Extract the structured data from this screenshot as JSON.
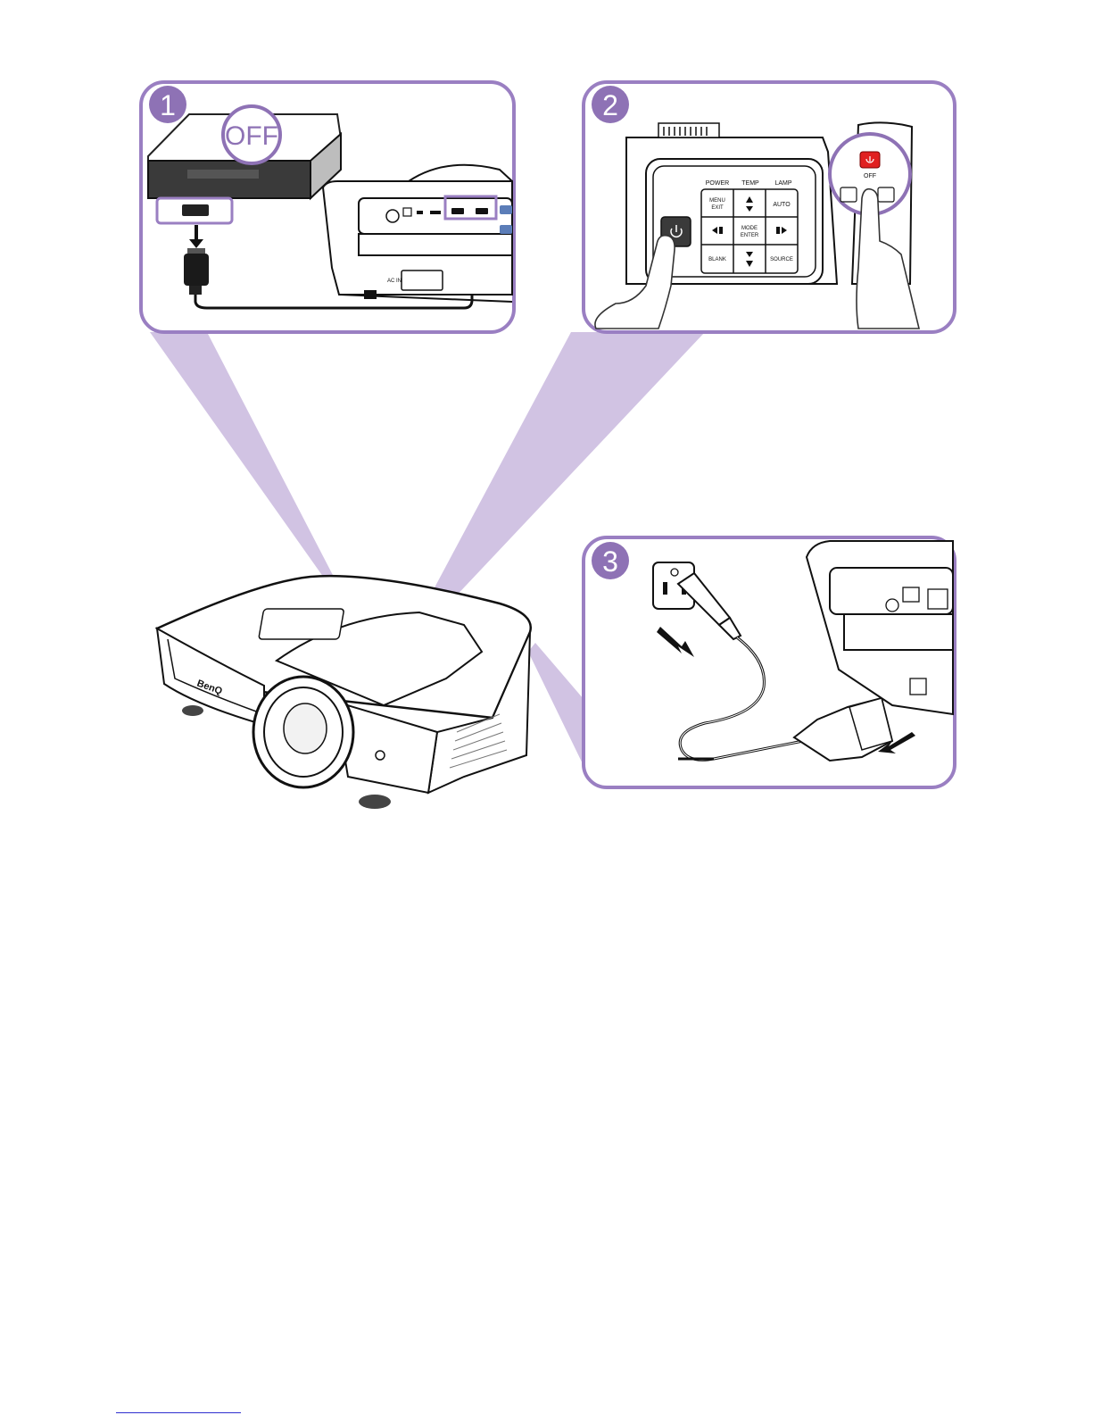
{
  "steps": [
    {
      "number": "1",
      "badge_text": "OFF"
    },
    {
      "number": "2",
      "button_label": "OFF"
    },
    {
      "number": "3"
    }
  ],
  "keypad": {
    "headers": [
      "POWER",
      "TEMP",
      "LAMP"
    ],
    "keys": [
      "MENU",
      "EXIT",
      "AUTO",
      "MODE",
      "ENTER",
      "BLANK",
      "SOURCE"
    ]
  },
  "port_labels": {
    "ac_in": "AC IN"
  },
  "colors": {
    "accent_purple": "#8E72B5",
    "beam_purple": "#D1C3E3",
    "power_red": "#E02020"
  }
}
